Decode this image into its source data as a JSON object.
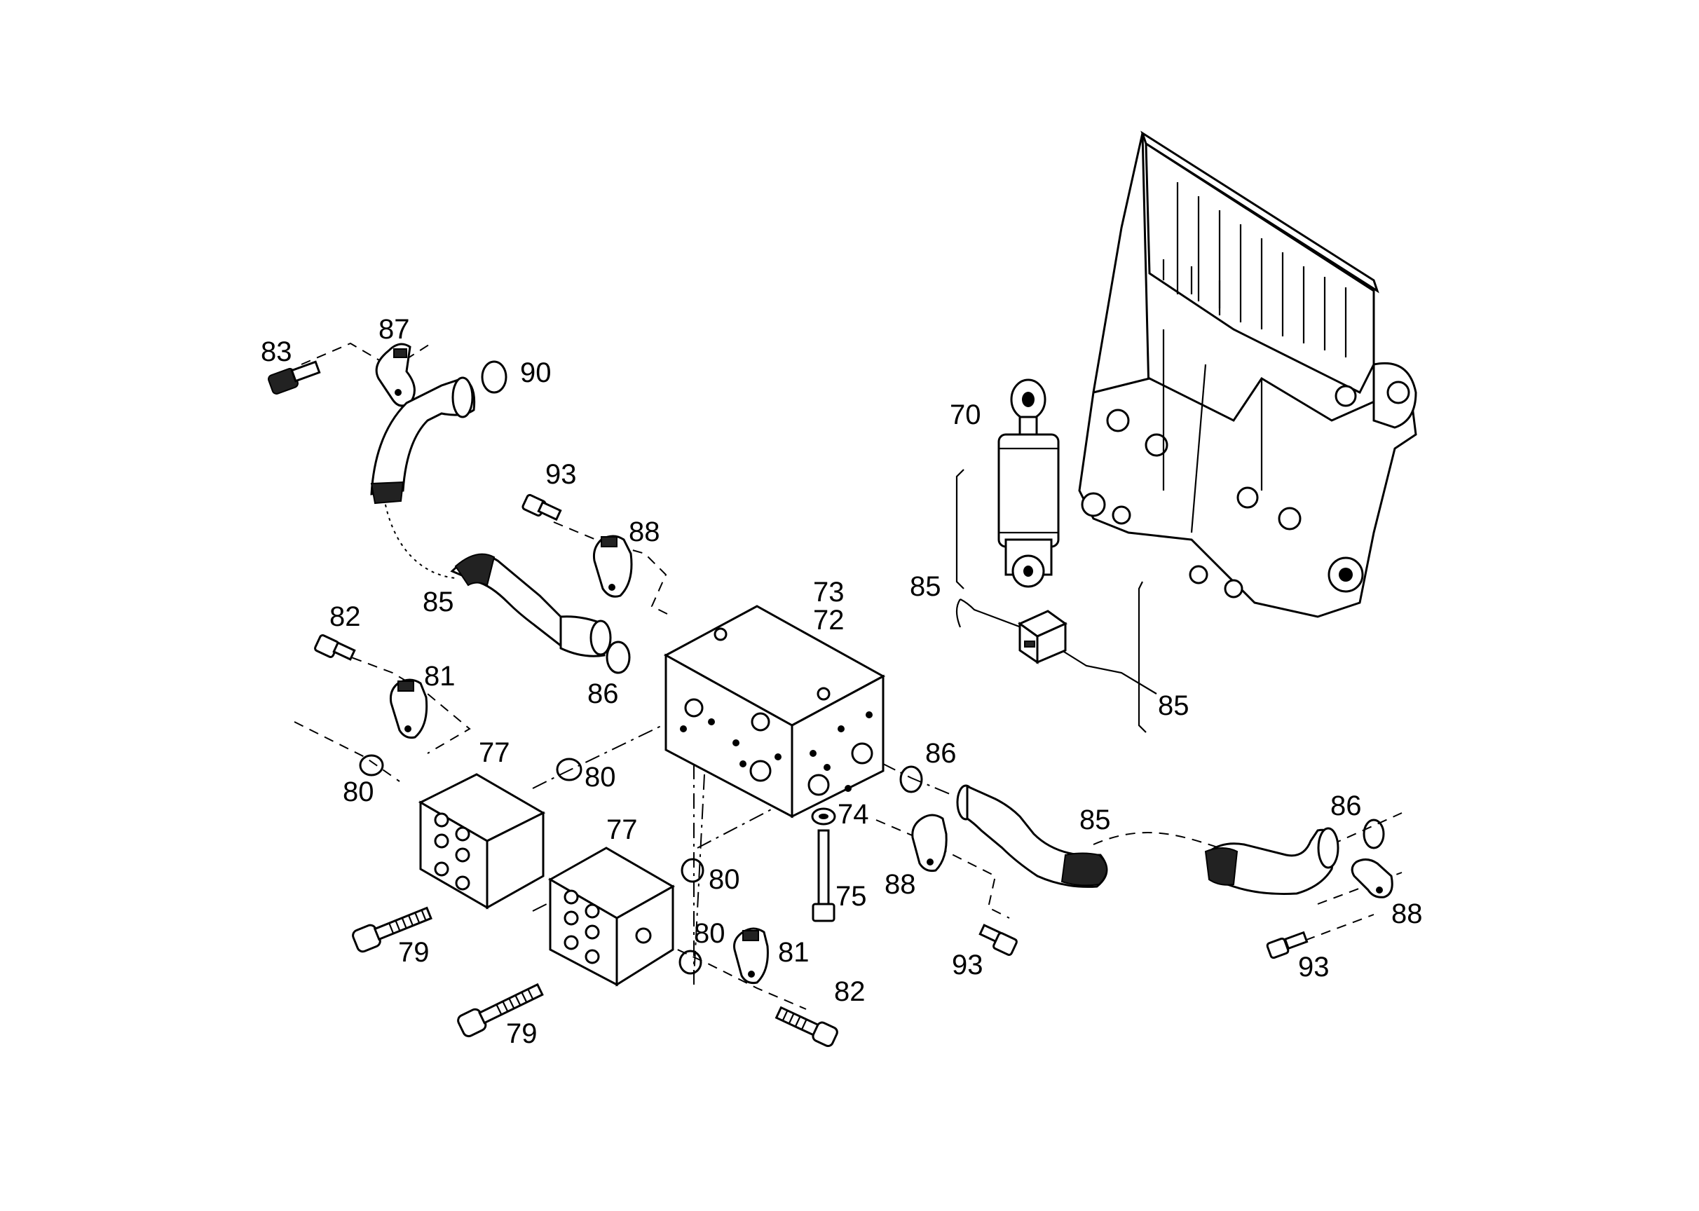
{
  "diagram": {
    "callouts": {
      "c83": "83",
      "c87": "87",
      "c90": "90",
      "c93a": "93",
      "c88a": "88",
      "c85a": "85",
      "c73": "73",
      "c72": "72",
      "c82a": "82",
      "c81a": "81",
      "c86a": "86",
      "c77a": "77",
      "c80a": "80",
      "c80b": "80",
      "c77b": "77",
      "c80c": "80",
      "c80d": "80",
      "c74": "74",
      "c75": "75",
      "c79a": "79",
      "c79b": "79",
      "c81b": "81",
      "c82b": "82",
      "c86b": "86",
      "c85b": "85",
      "c88b": "88",
      "c93b": "93",
      "c86c": "86",
      "c88c": "88",
      "c93c": "93",
      "c70": "70",
      "c85c": "85",
      "c85d": "85"
    }
  }
}
